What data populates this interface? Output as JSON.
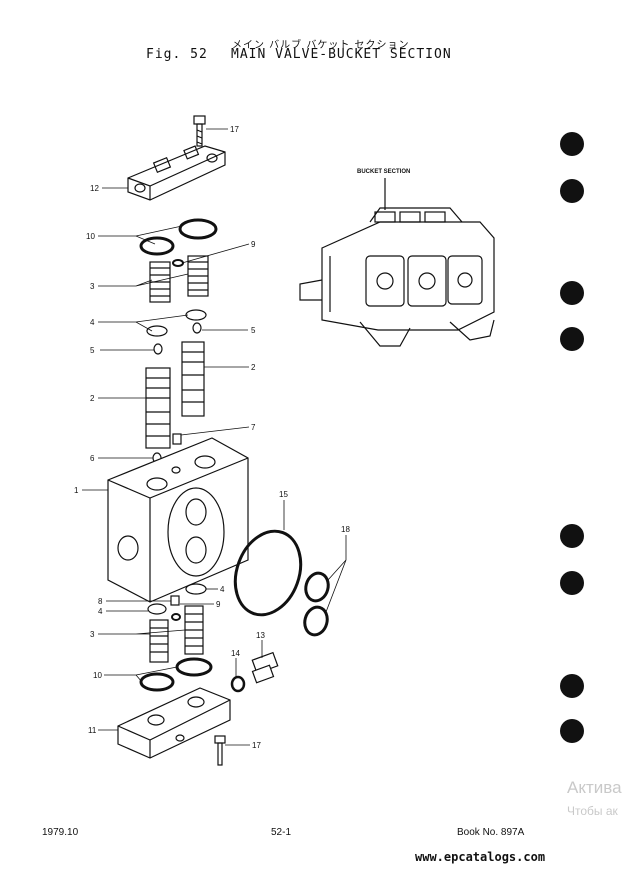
{
  "header": {
    "japanese": "メイン バルブ バケット セクション",
    "fig_label": "Fig.  52",
    "title": "MAIN VALVE-BUCKET SECTION"
  },
  "inset_label": "BUCKET SECTION",
  "callouts": {
    "c17a": "17",
    "c12": "12",
    "c10a": "10",
    "c9a": "9",
    "c3a": "3",
    "c4a": "4",
    "c5a": "5",
    "c5b": "5",
    "c2a": "2",
    "c2b": "2",
    "c7": "7",
    "c6": "6",
    "c1": "1",
    "c15": "15",
    "c18": "18",
    "c4b": "4",
    "c8": "8",
    "c4c": "4",
    "c9b": "9",
    "c3b": "3",
    "c13": "13",
    "c14": "14",
    "c10b": "10",
    "c11": "11",
    "c17b": "17"
  },
  "footer": {
    "date": "1979.10",
    "page": "52-1",
    "book": "Book No. 897A",
    "site": "www.epcatalogs.com"
  },
  "watermark": {
    "line1": "Актива",
    "line2": "Чтобы ак"
  }
}
